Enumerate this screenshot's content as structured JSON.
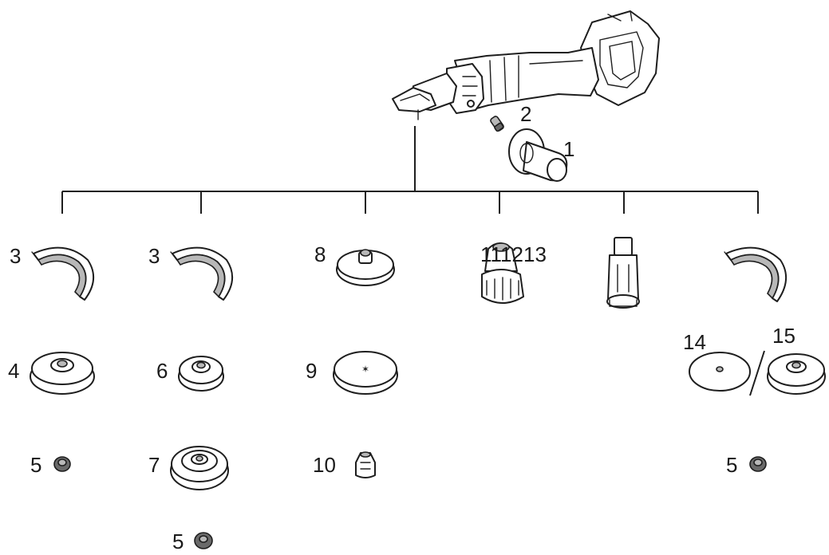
{
  "diagram": {
    "labels": {
      "clamp_bolt": "2",
      "side_handle": "1",
      "guard_a": "3",
      "guard_b": "3",
      "backing_pad": "8",
      "cup_brush_group": "111213",
      "depressed_wheel_a": "4",
      "depressed_wheel_b": "6",
      "abrasive_disc": "9",
      "cut_off_wheel": "14",
      "flap_disc": "15",
      "lock_nut_a": "5",
      "buffing_pad": "7",
      "pad_nut": "10",
      "lock_nut_b": "5",
      "lock_nut_c": "5"
    }
  }
}
